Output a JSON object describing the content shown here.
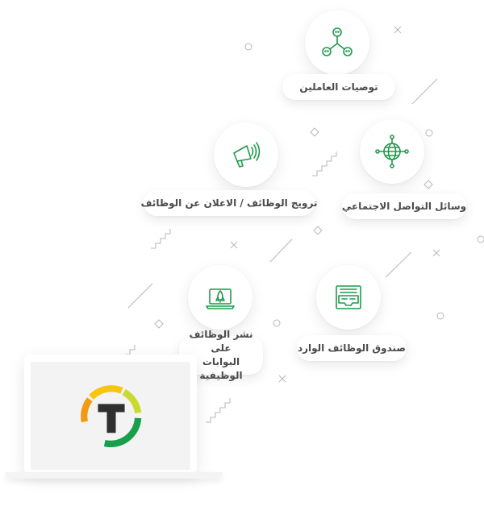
{
  "features": {
    "employee_recommendations": {
      "label": "توصيات العاملين",
      "icon": "employee-network-icon"
    },
    "job_promotion": {
      "label": "ترويج الوظائف / الاعلان عن الوظائف",
      "icon": "megaphone-icon"
    },
    "social_media": {
      "label": "وسائل التواصل الاجتماعي",
      "icon": "globe-network-icon"
    },
    "job_boards": {
      "line1": "نشر الوظائف على",
      "line2": "البوابات الوظيفية",
      "icon": "laptop-rocket-icon"
    },
    "job_inbox": {
      "label": "صندوق الوظائف الوارد",
      "icon": "inbox-tray-icon"
    }
  },
  "brand": {
    "logo": "t-letter-ring-logo",
    "letter": "T"
  },
  "colors": {
    "icon_green": "#1f9a4c",
    "ring_green": "#16a04a",
    "ring_lime": "#c9d930",
    "ring_yellow": "#f7c40f",
    "ring_orange": "#f39a12",
    "letter": "#2f2f2f",
    "label": "#4a4a4a"
  }
}
